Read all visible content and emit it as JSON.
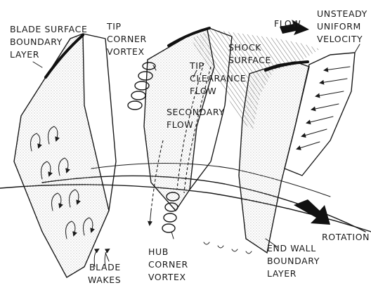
{
  "labels": {
    "blade_surface": [
      "BLADE SURFACE",
      "BOUNDARY",
      "LAYER"
    ],
    "tip_corner": [
      "TIP",
      "CORNER",
      "VORTEX"
    ],
    "flow": "FLOW",
    "unsteady": [
      "UNSTEADY",
      "UNIFORM",
      "VELOCITY"
    ],
    "shock": [
      "SHOCK",
      "SURFACE"
    ],
    "tip_clearance": [
      "TIP",
      "CLEARANCE",
      "FLOW"
    ],
    "secondary": [
      "SECONDARY",
      "FLOW"
    ],
    "rotation": "ROTATION",
    "end_wall": [
      "END WALL",
      "BOUNDARY",
      "LAYER"
    ],
    "hub_corner": [
      "HUB",
      "CORNER",
      "VORTEX"
    ],
    "blade_wakes": [
      "BLADE",
      "WAKES"
    ]
  },
  "colors": {
    "ink": "#1a1a1a",
    "shade": "#cfcfcf",
    "hatch": "#9a9a9a",
    "background": "#ffffff"
  }
}
